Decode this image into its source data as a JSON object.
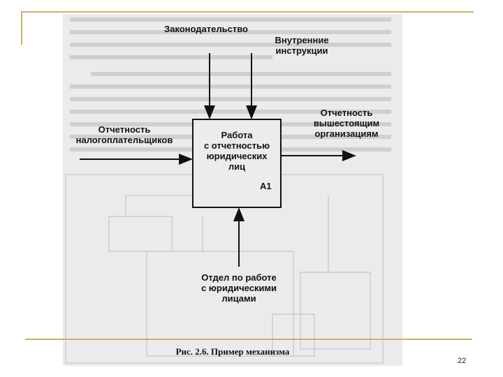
{
  "diagram": {
    "controls": {
      "legislation": "Законодательство",
      "internal_instructions": "Внутренние\nинструкции"
    },
    "input": "Отчетность\nналогоплательщиков",
    "output": "Отчетность\nвышестоящим\nорганизациям",
    "mechanism": "Отдел по работе\nс юридическими\nлицами",
    "box": {
      "title": "Работа\nс отчетностью\nюридических\nлиц",
      "id": "А1"
    }
  },
  "caption": "Рис. 2.6. Пример механизма",
  "page_number": "22",
  "colors": {
    "frame": "#c8b26a",
    "scan_bg": "#ebebeb",
    "ink": "#111111"
  }
}
